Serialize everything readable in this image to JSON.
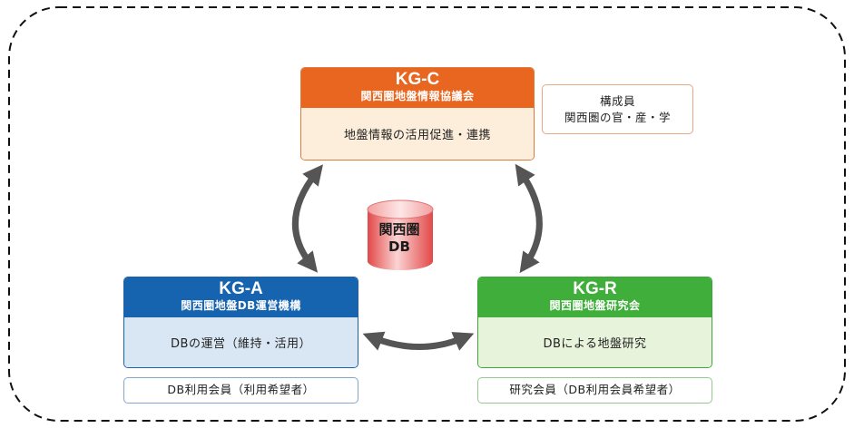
{
  "kg_c": {
    "code": "KG-C",
    "org": "関西圏地盤情報協議会",
    "role": "地盤情報の活用促進・連携",
    "color": "#e8661f"
  },
  "members_note": {
    "line1": "構成員",
    "line2": "関西圏の官・産・学"
  },
  "kg_a": {
    "code": "KG-A",
    "org": "関西圏地盤DB運営機構",
    "role": "DBの運営（維持・活用）",
    "members": "DB利用会員（利用希望者）",
    "color": "#1663b0"
  },
  "kg_r": {
    "code": "KG-R",
    "org": "関西圏地盤研究会",
    "role": "DBによる地盤研究",
    "members": "研究会員（DB利用会員希望者）",
    "color": "#3fae3a"
  },
  "database": {
    "line1": "関西圏",
    "line2": "DB",
    "color": "#e85a5a"
  }
}
